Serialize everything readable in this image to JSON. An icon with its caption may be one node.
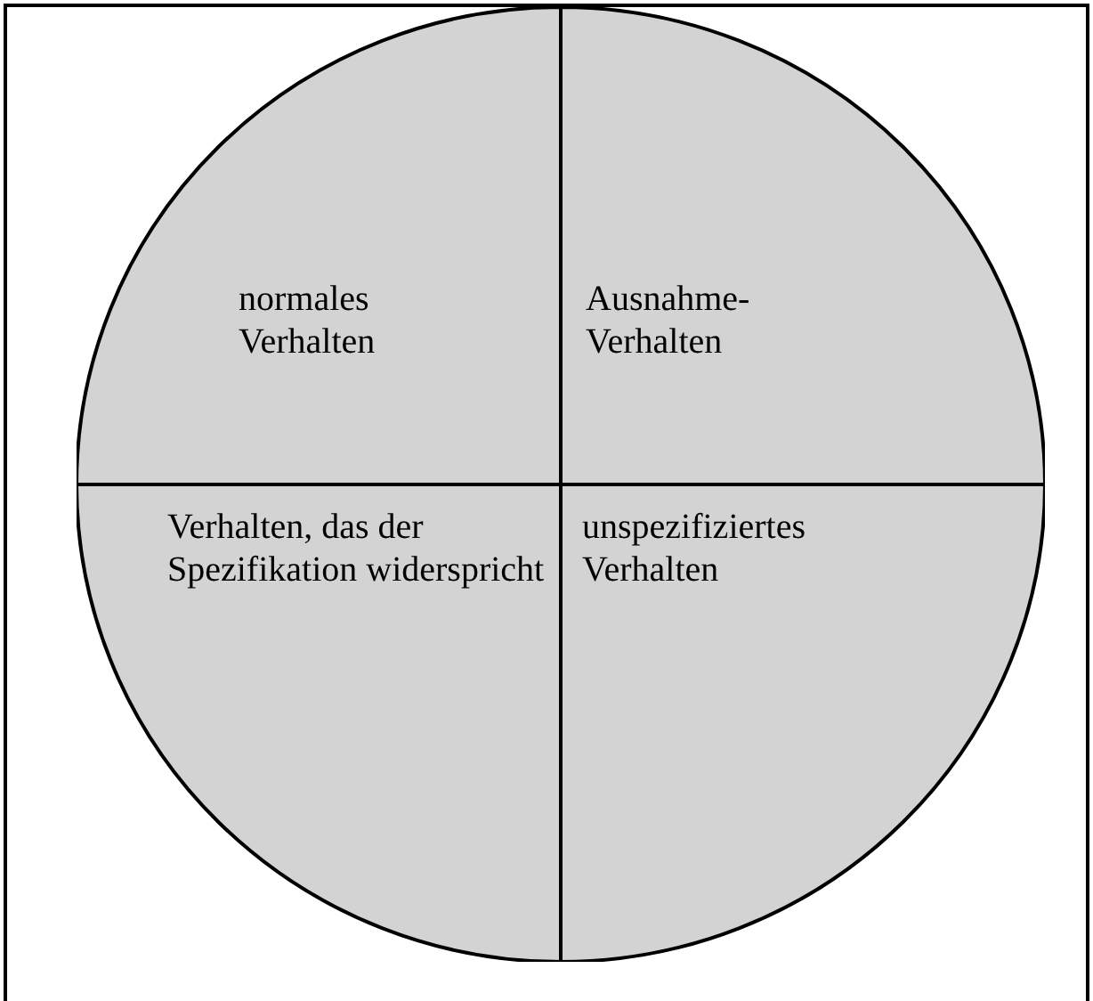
{
  "diagram": {
    "nodes": [
      {
        "text": [],
        "shape": "circle"
      },
      {
        "text": [
          "normales Verhalten"
        ],
        "in": 0
      },
      {
        "text": [
          "Ausnahme- Verhalten"
        ],
        "in": 0
      },
      {
        "text": [
          "Verhalten, das der Spezifikation widerspricht"
        ],
        "in": 0
      },
      {
        "text": [
          "unspezifiziertes Verhalten"
        ],
        "in": 0
      }
    ]
  }
}
